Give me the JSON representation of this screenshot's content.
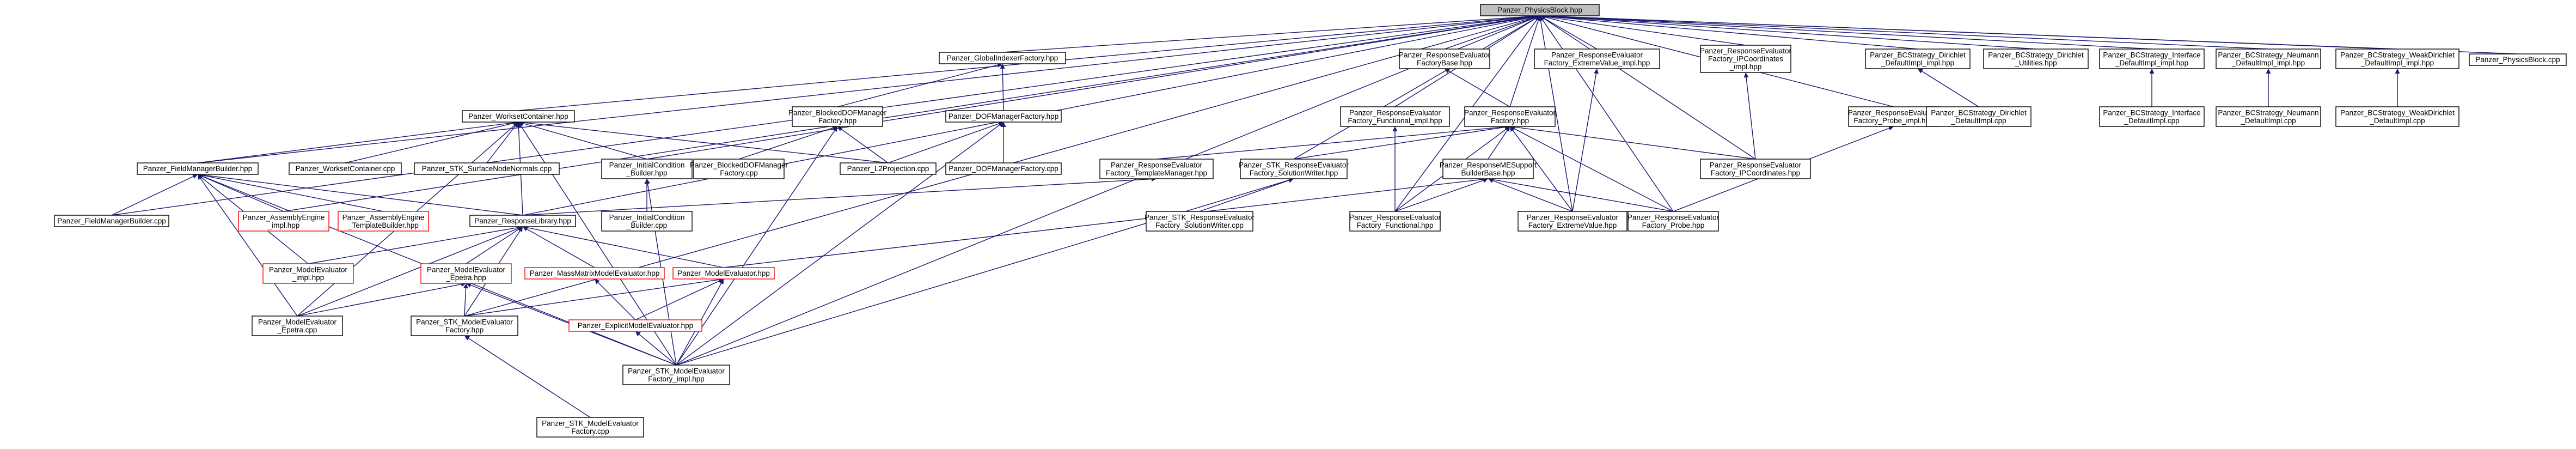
{
  "colors": {
    "edge": "#191970",
    "node_border": "#000000",
    "highlight_border": "#ff0000",
    "root_fill": "#bfbfbf",
    "background": "#ffffff"
  },
  "nodes": [
    {
      "id": "root",
      "lines": [
        "Panzer_PhysicsBlock.hpp"
      ],
      "style": "root"
    },
    {
      "id": "gi_factory",
      "lines": [
        "Panzer_GlobalIndexerFactory.hpp"
      ]
    },
    {
      "id": "respevalfb",
      "lines": [
        "Panzer_ResponseEvaluator",
        "FactoryBase.hpp"
      ]
    },
    {
      "id": "respeval_extreme_impl",
      "lines": [
        "Panzer_ResponseEvaluator",
        "Factory_ExtremeValue_impl.hpp"
      ]
    },
    {
      "id": "respeval_ipcoord_impl",
      "lines": [
        "Panzer_ResponseEvaluator",
        "Factory_IPCoordinates",
        "_impl.hpp"
      ]
    },
    {
      "id": "bc_dirichlet_impl",
      "lines": [
        "Panzer_BCStrategy_Dirichlet",
        "_DefaultImpl_impl.hpp"
      ]
    },
    {
      "id": "bc_dirichlet_utils",
      "lines": [
        "Panzer_BCStrategy_Dirichlet",
        "_Utilities.hpp"
      ]
    },
    {
      "id": "bc_interface_impl",
      "lines": [
        "Panzer_BCStrategy_Interface",
        "_DefaultImpl_impl.hpp"
      ]
    },
    {
      "id": "bc_neumann_impl",
      "lines": [
        "Panzer_BCStrategy_Neumann",
        "_DefaultImpl_impl.hpp"
      ]
    },
    {
      "id": "bc_weakdir_impl",
      "lines": [
        "Panzer_BCStrategy_WeakDirichlet",
        "_DefaultImpl_impl.hpp"
      ]
    },
    {
      "id": "physicsblock_cpp",
      "lines": [
        "Panzer_PhysicsBlock.cpp"
      ]
    },
    {
      "id": "workset_container",
      "lines": [
        "Panzer_WorksetContainer.hpp"
      ]
    },
    {
      "id": "blocked_dof_factory",
      "lines": [
        "Panzer_BlockedDOFManager",
        "Factory.hpp"
      ]
    },
    {
      "id": "dof_factory",
      "lines": [
        "Panzer_DOFManagerFactory.hpp"
      ]
    },
    {
      "id": "respeval_functional_impl",
      "lines": [
        "Panzer_ResponseEvaluator",
        "Factory_Functional_impl.hpp"
      ]
    },
    {
      "id": "respeval_factory",
      "lines": [
        "Panzer_ResponseEvaluator",
        "Factory.hpp"
      ]
    },
    {
      "id": "respeval_probe_impl",
      "lines": [
        "Panzer_ResponseEvaluator",
        "Factory_Probe_impl.hpp"
      ]
    },
    {
      "id": "bc_dirichlet_cpp",
      "lines": [
        "Panzer_BCStrategy_Dirichlet",
        "_DefaultImpl.cpp"
      ]
    },
    {
      "id": "bc_interface_cpp",
      "lines": [
        "Panzer_BCStrategy_Interface",
        "_DefaultImpl.cpp"
      ]
    },
    {
      "id": "bc_neumann_cpp",
      "lines": [
        "Panzer_BCStrategy_Neumann",
        "_DefaultImpl.cpp"
      ]
    },
    {
      "id": "bc_weakdir_cpp",
      "lines": [
        "Panzer_BCStrategy_WeakDirichlet",
        "_DefaultImpl.cpp"
      ]
    },
    {
      "id": "field_manager_builder",
      "lines": [
        "Panzer_FieldManagerBuilder.hpp"
      ]
    },
    {
      "id": "workset_container_cpp",
      "lines": [
        "Panzer_WorksetContainer.cpp"
      ]
    },
    {
      "id": "stk_surface_normals",
      "lines": [
        "Panzer_STK_SurfaceNodeNormals.cpp"
      ]
    },
    {
      "id": "initial_condition_builder",
      "lines": [
        "Panzer_InitialCondition",
        "_Builder.hpp"
      ]
    },
    {
      "id": "blocked_dof_factory_cpp",
      "lines": [
        "Panzer_BlockedDOFManager",
        "Factory.cpp"
      ]
    },
    {
      "id": "l2projection",
      "lines": [
        "Panzer_L2Projection.cpp"
      ]
    },
    {
      "id": "dof_factory_cpp",
      "lines": [
        "Panzer_DOFManagerFactory.cpp"
      ]
    },
    {
      "id": "respeval_template_mgr",
      "lines": [
        "Panzer_ResponseEvaluator",
        "Factory_TemplateManager.hpp"
      ]
    },
    {
      "id": "stk_respeval_solwriter",
      "lines": [
        "Panzer_STK_ResponseEvaluator",
        "Factory_SolutionWriter.hpp"
      ]
    },
    {
      "id": "respmesupport_base",
      "lines": [
        "Panzer_ResponseMESupport",
        "BuilderBase.hpp"
      ]
    },
    {
      "id": "respeval_ipcoord",
      "lines": [
        "Panzer_ResponseEvaluator",
        "Factory_IPCoordinates.hpp"
      ]
    },
    {
      "id": "field_manager_builder_cpp",
      "lines": [
        "Panzer_FieldManagerBuilder.cpp"
      ]
    },
    {
      "id": "assembly_engine_impl",
      "lines": [
        "Panzer_AssemblyEngine",
        "_impl.hpp"
      ],
      "style": "red"
    },
    {
      "id": "assembly_engine_tb",
      "lines": [
        "Panzer_AssemblyEngine",
        "_TemplateBuilder.hpp"
      ],
      "style": "red"
    },
    {
      "id": "response_library",
      "lines": [
        "Panzer_ResponseLibrary.hpp"
      ]
    },
    {
      "id": "initial_condition_builder_cpp",
      "lines": [
        "Panzer_InitialCondition",
        "_Builder.cpp"
      ]
    },
    {
      "id": "stk_respeval_solwriter_cpp",
      "lines": [
        "Panzer_STK_ResponseEvaluator",
        "Factory_SolutionWriter.cpp"
      ]
    },
    {
      "id": "respeval_functional",
      "lines": [
        "Panzer_ResponseEvaluator",
        "Factory_Functional.hpp"
      ]
    },
    {
      "id": "respeval_extreme",
      "lines": [
        "Panzer_ResponseEvaluator",
        "Factory_ExtremeValue.hpp"
      ]
    },
    {
      "id": "respeval_probe",
      "lines": [
        "Panzer_ResponseEvaluator",
        "Factory_Probe.hpp"
      ]
    },
    {
      "id": "model_eval_impl",
      "lines": [
        "Panzer_ModelEvaluator",
        "_impl.hpp"
      ],
      "style": "red"
    },
    {
      "id": "model_eval_epetra",
      "lines": [
        "Panzer_ModelEvaluator",
        "_Epetra.hpp"
      ],
      "style": "red"
    },
    {
      "id": "mass_matrix_me",
      "lines": [
        "Panzer_MassMatrixModelEvaluator.hpp"
      ],
      "style": "red"
    },
    {
      "id": "model_eval",
      "lines": [
        "Panzer_ModelEvaluator.hpp"
      ],
      "style": "red"
    },
    {
      "id": "model_eval_epetra_cpp",
      "lines": [
        "Panzer_ModelEvaluator",
        "_Epetra.cpp"
      ]
    },
    {
      "id": "stk_me_factory",
      "lines": [
        "Panzer_STK_ModelEvaluator",
        "Factory.hpp"
      ]
    },
    {
      "id": "explicit_me",
      "lines": [
        "Panzer_ExplicitModelEvaluator.hpp"
      ],
      "style": "red"
    },
    {
      "id": "stk_me_factory_impl",
      "lines": [
        "Panzer_STK_ModelEvaluator",
        "Factory_impl.hpp"
      ]
    },
    {
      "id": "stk_me_factory_cpp",
      "lines": [
        "Panzer_STK_ModelEvaluator",
        "Factory.cpp"
      ]
    }
  ]
}
